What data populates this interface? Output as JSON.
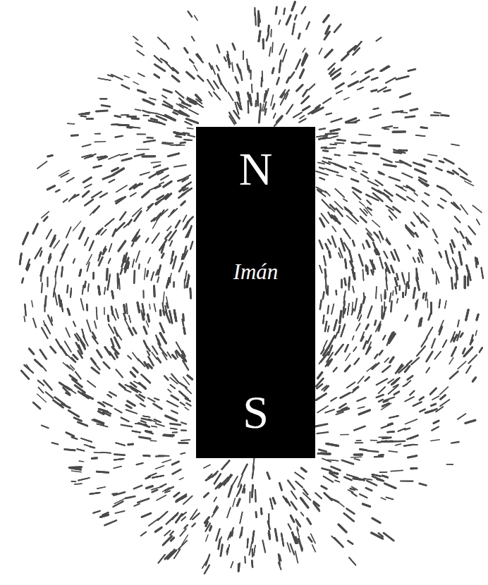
{
  "diagram": {
    "nodes": [
      {
        "text": [
          "N",
          "Imán",
          "S"
        ]
      }
    ]
  }
}
